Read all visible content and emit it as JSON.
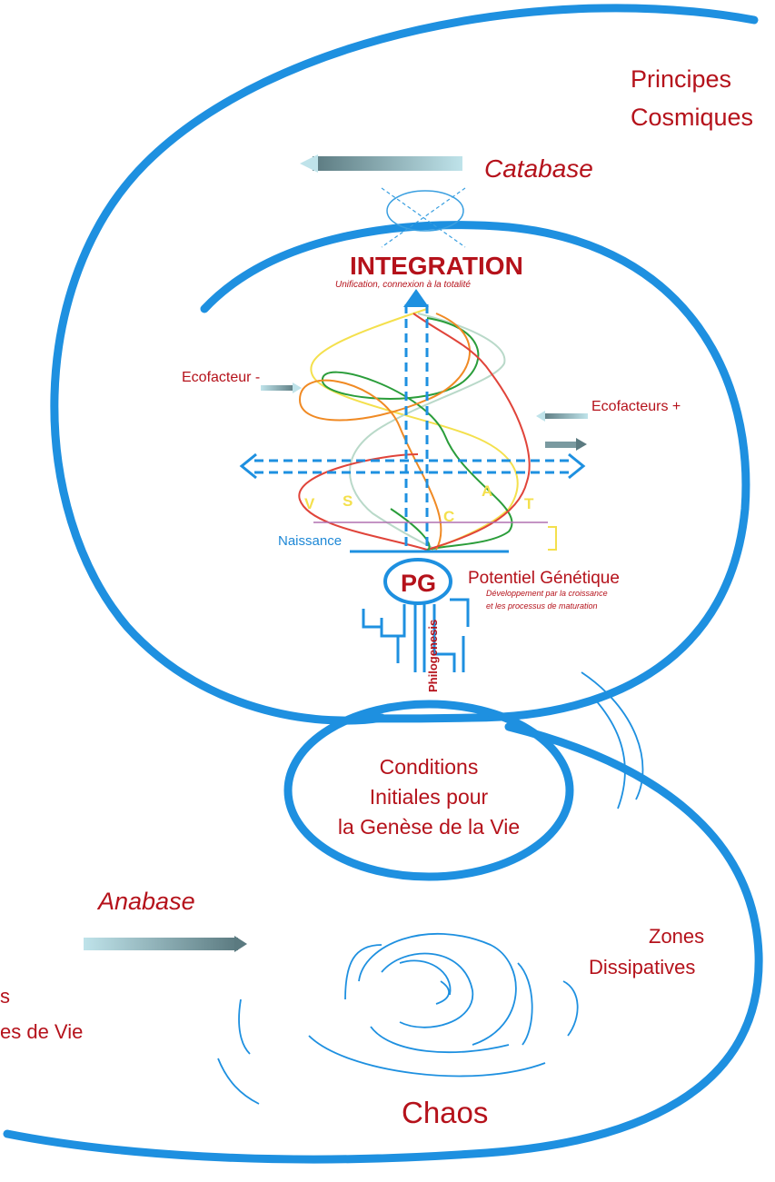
{
  "colors": {
    "spiral": "#1e90e0",
    "text_red": "#b5121b",
    "dashed": "#1e90e0",
    "yellow": "#f4e04d",
    "green": "#2a9d3a",
    "orange": "#f08a24",
    "red": "#e0443a",
    "pale_green": "#b9d9c9",
    "purple": "#b070b0"
  },
  "labels": {
    "principes": "Principes",
    "cosmiques": "Cosmiques",
    "catabase": "Catabase",
    "integration": "INTEGRATION",
    "integration_sub": "Unification, connexion à la totalité",
    "ecofacteur_minus": "Ecofacteur -",
    "ecofacteurs_plus": "Ecofacteurs +",
    "letter_v": "V",
    "letter_s": "S",
    "letter_a": "A",
    "letter_c": "C",
    "letter_t": "T",
    "naissance": "Naissance",
    "pg": "PG",
    "potentiel": "Potentiel Génétique",
    "potentiel_sub1": "Développement par la croissance",
    "potentiel_sub2": "et les processus de maturation",
    "philogenesis": "Philogenesis",
    "conditions_1": "Conditions",
    "conditions_2": "Initiales pour",
    "conditions_3": "la Genèse de la Vie",
    "anabase": "Anabase",
    "zones_1": "Zones",
    "zones_2": "Dissipatives",
    "left_1": "s",
    "left_2": "es de Vie",
    "chaos": "Chaos"
  }
}
